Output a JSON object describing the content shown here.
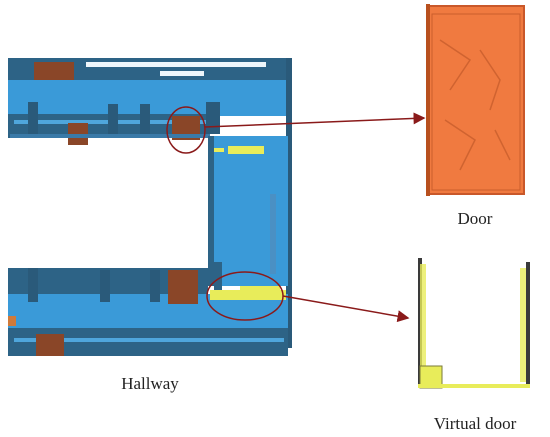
{
  "labels": {
    "hallway": "Hallway",
    "door": "Door",
    "virtual_door": "Virtual door"
  },
  "colors": {
    "wall_dark": "#2a5a7a",
    "floor_blue": "#3a9ad8",
    "door_brown": "#8a4628",
    "door_orange": "#f07a40",
    "highlight_yellow": "#e8ec5a",
    "annotation_red": "#8a1a1a"
  }
}
